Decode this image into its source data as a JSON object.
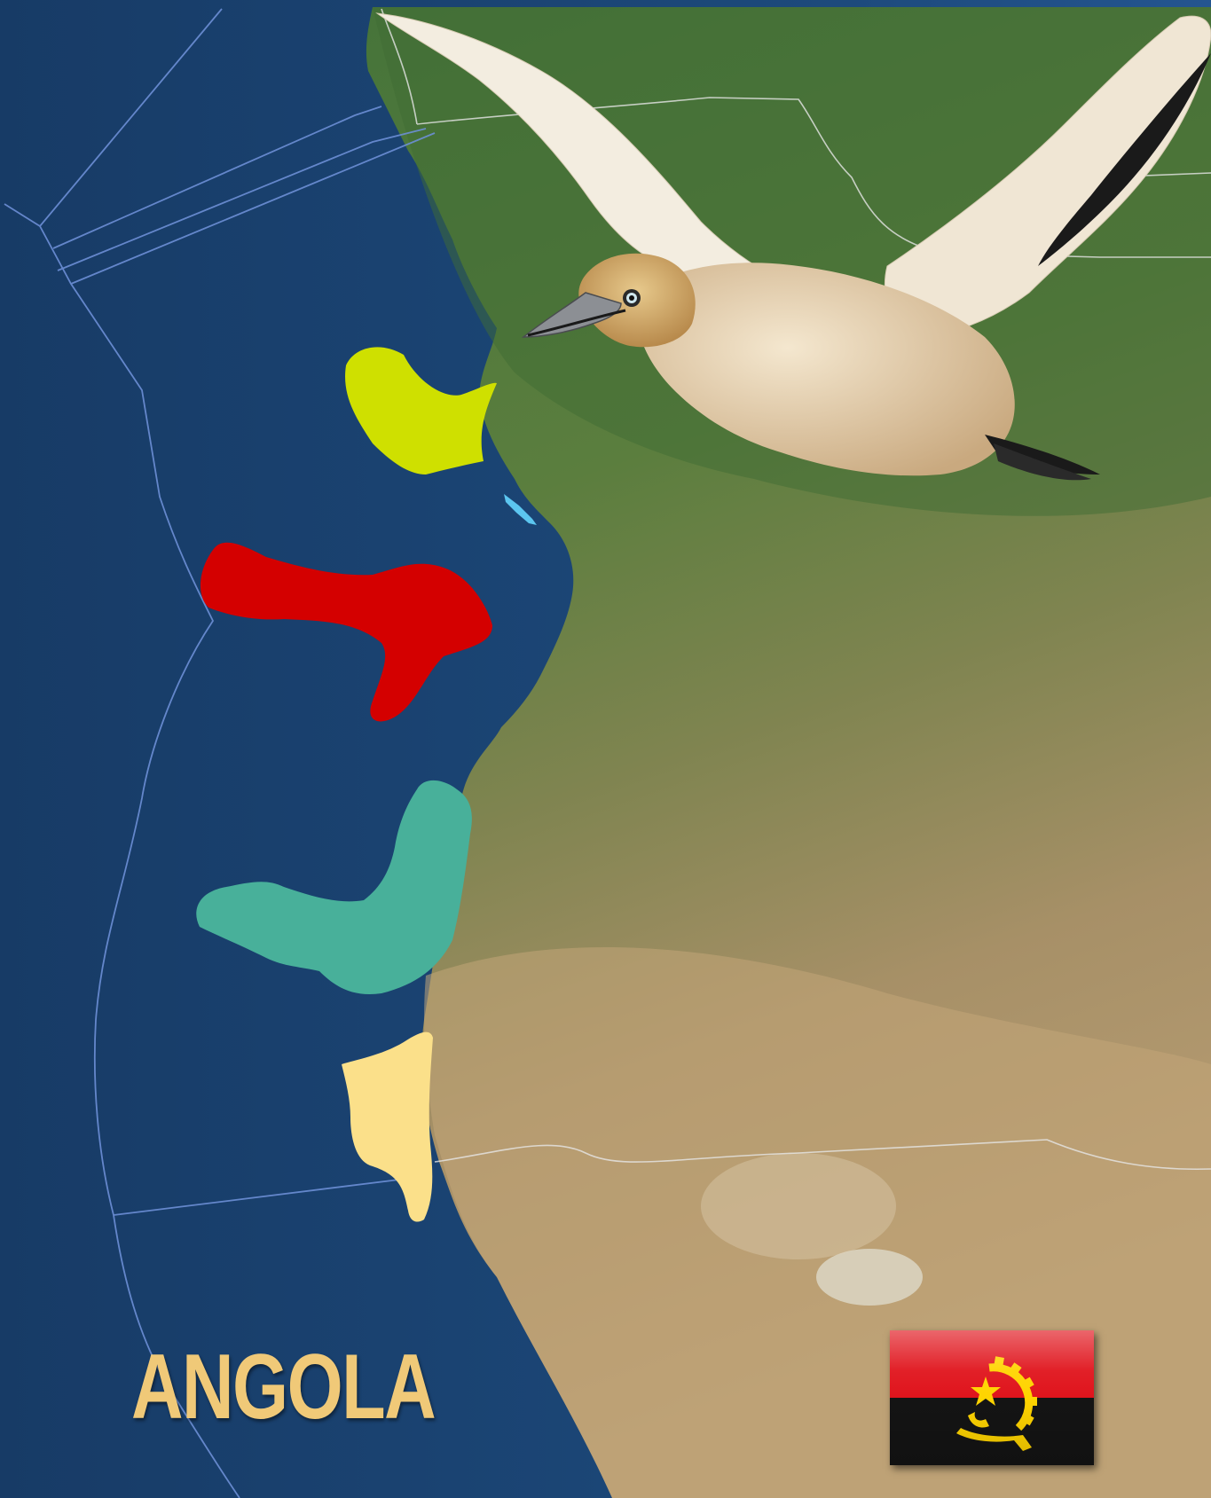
{
  "map": {
    "title": "ANGOLA",
    "colors": {
      "ocean": "#1d4a7c",
      "ocean_deep": "#173b66",
      "land_forest": "#4e7a3a",
      "land_savanna": "#8a8a55",
      "land_desert": "#b79a6c",
      "eez_lines": "#6d8fd6",
      "title": "#f0c978",
      "zone_yellow_green": "#cfe000",
      "zone_red": "#d40000",
      "zone_teal": "#48b09a",
      "zone_pale_yellow": "#fbe08a",
      "zone_light_blue": "#5cc6f0"
    },
    "highlighted_zones": [
      "yellow-green",
      "red",
      "teal",
      "pale-yellow",
      "light-blue"
    ],
    "icons": [
      "gannet-bird-icon",
      "angola-flag-icon",
      "gear-machete-star-emblem-icon"
    ]
  },
  "flag": {
    "top_color": "#e0141c",
    "bottom_color": "#141414",
    "emblem_color": "#ffd400"
  }
}
